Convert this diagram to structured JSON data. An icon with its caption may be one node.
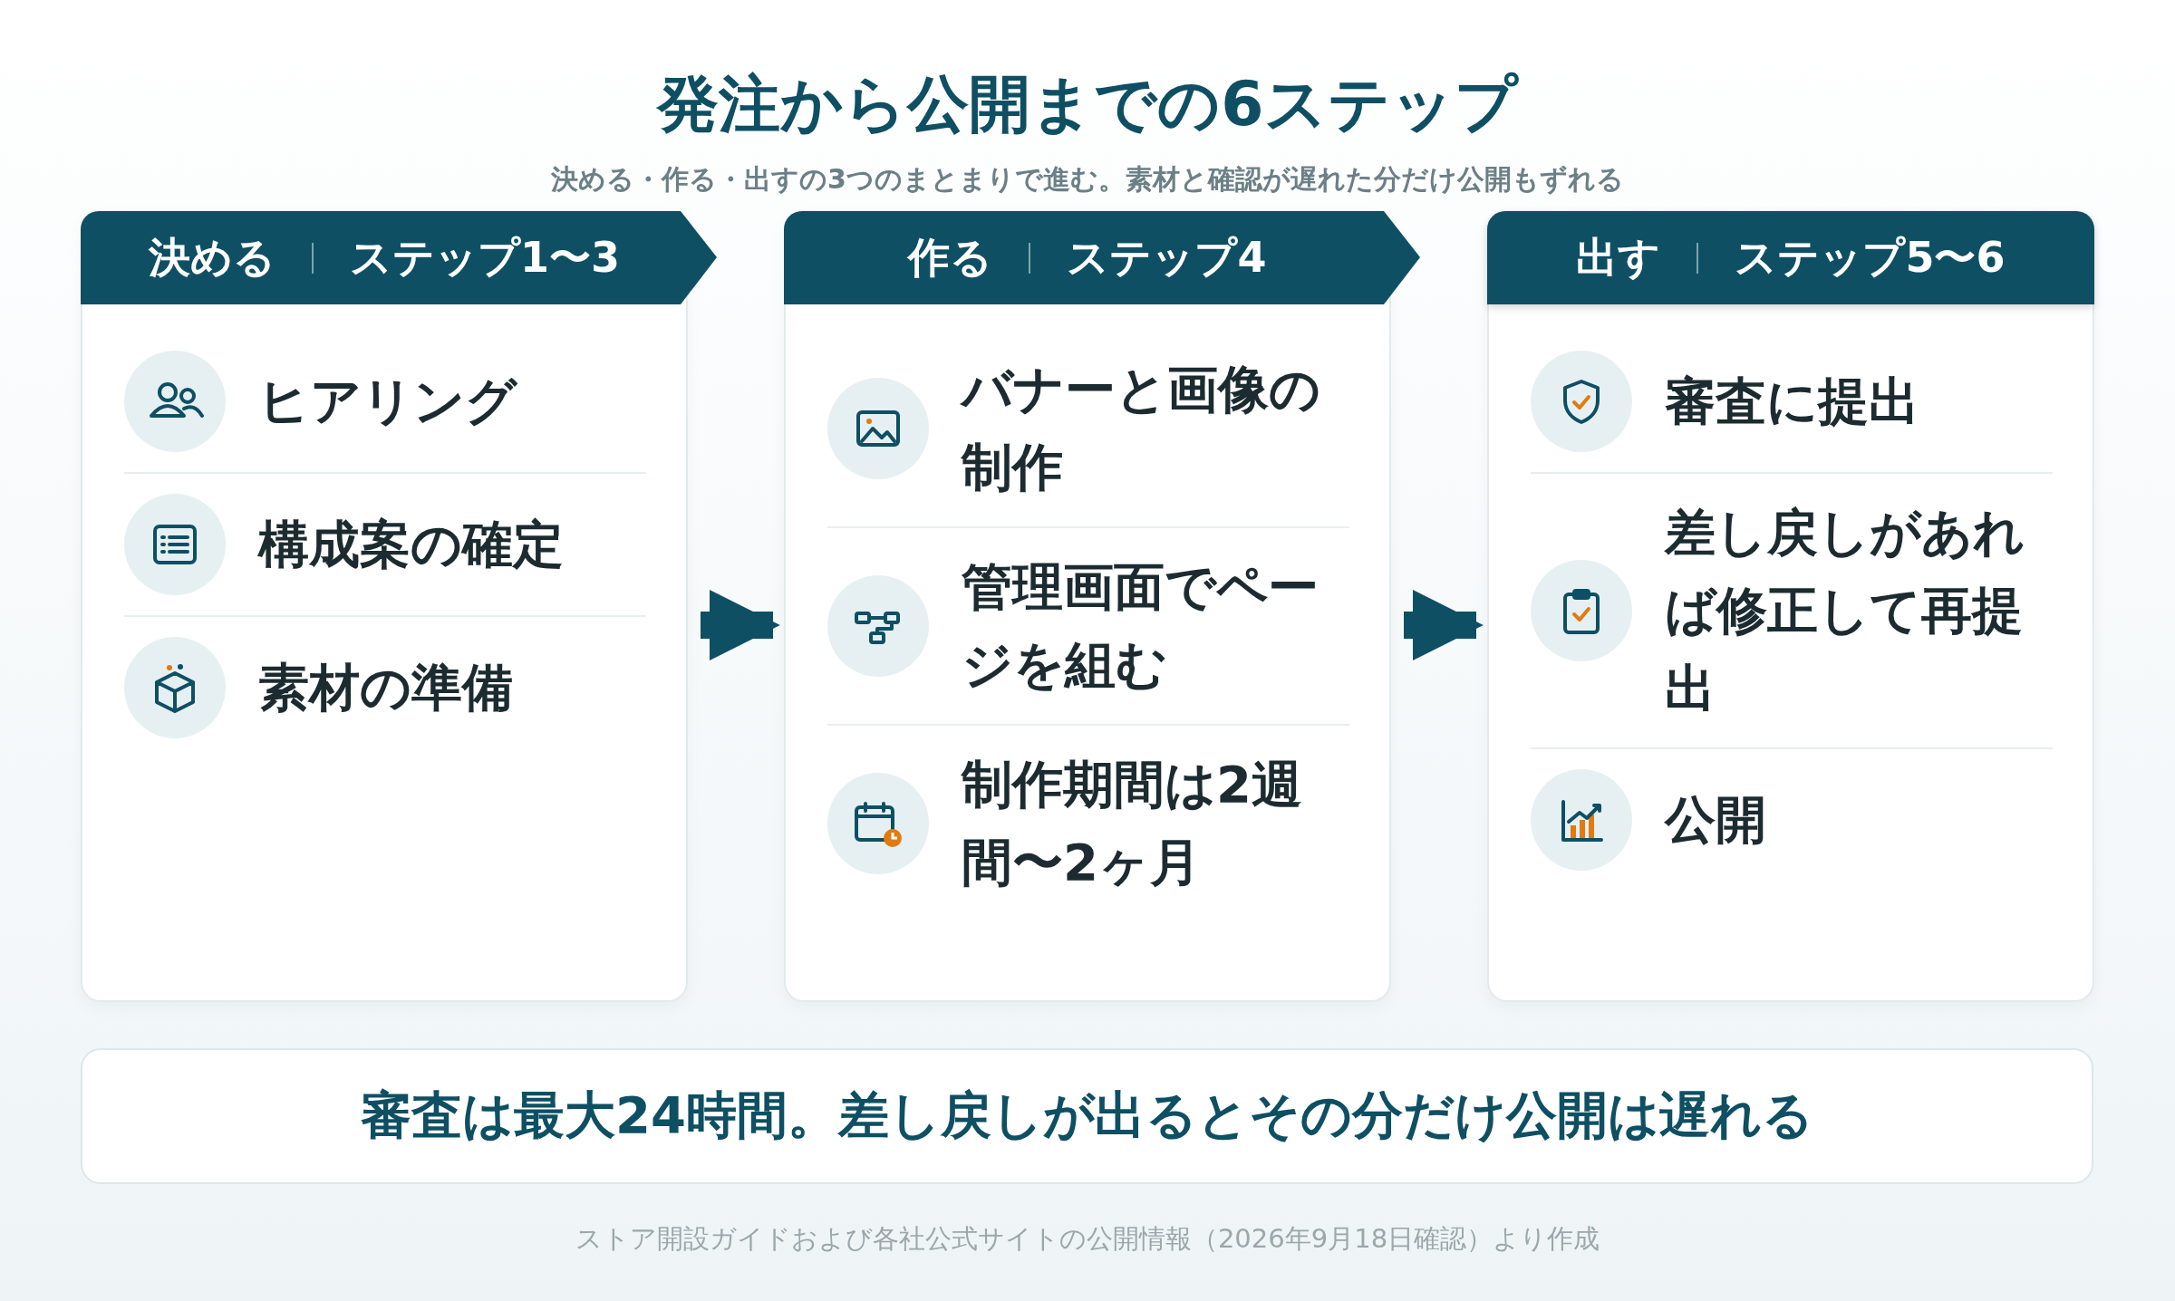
{
  "diagram": {
    "title": "発注から公開までの6ステップ",
    "nodes": [
      {
        "text": [
          "決める",
          "ステップ1〜3"
        ]
      },
      {
        "text": [
          "ヒアリング"
        ],
        "in": 0
      },
      {
        "text": [
          "構成案の確定"
        ],
        "in": 0
      },
      {
        "text": [
          "素材の準備"
        ],
        "in": 0
      },
      {
        "text": [
          "作る",
          "ステップ4"
        ]
      },
      {
        "text": [
          "バナーと画像の制作"
        ],
        "in": 4
      },
      {
        "text": [
          "管理画面でページを組む"
        ],
        "in": 4
      },
      {
        "text": [
          "制作期間は2週間〜2ヶ月"
        ],
        "in": 4
      },
      {
        "text": [
          "出す",
          "ステップ5〜6"
        ]
      },
      {
        "text": [
          "審査に提出"
        ],
        "in": 8
      },
      {
        "text": [
          "差し戻しがあれば修正して再提出"
        ],
        "in": 8
      },
      {
        "text": [
          "公開"
        ],
        "in": 8
      },
      {
        "text": [
          "審査は最大24時間。差し戻しが出るとその分だけ公開は遅れる"
        ]
      }
    ],
    "edges": [
      {
        "from": 0,
        "to": 4,
        "arrow": "to"
      },
      {
        "from": 4,
        "to": 8,
        "arrow": "to"
      }
    ],
    "labels": [
      "決める・作る・出すの3つのまとまりで進む。素材と確認が遅れた分だけ公開もずれる",
      "ストア開設ガイドおよび各社公式サイトの公開情報（2026年9月18日確認）より作成"
    ]
  }
}
